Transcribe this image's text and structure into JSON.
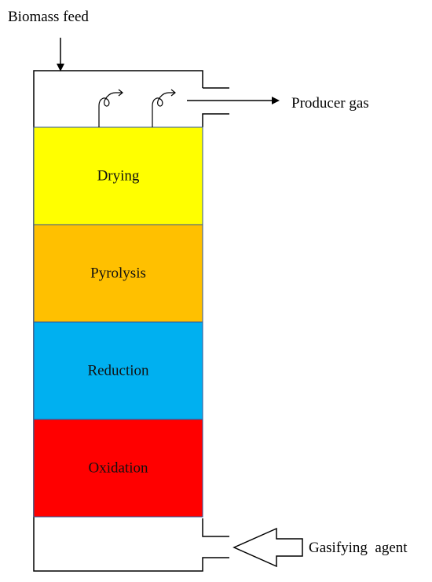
{
  "labels": {
    "biomass_feed": "Biomass feed",
    "producer_gas": "Producer gas",
    "gasifying_agent": "Gasifying  agent"
  },
  "zones": [
    {
      "name": "Drying",
      "color": "#ffff00"
    },
    {
      "name": "Pyrolysis",
      "color": "#ffc000"
    },
    {
      "name": "Reduction",
      "color": "#00b0f0"
    },
    {
      "name": "Oxidation",
      "color": "#ff0000"
    }
  ],
  "colors": {
    "zone_border": "#2f5597",
    "outline": "#000000"
  }
}
